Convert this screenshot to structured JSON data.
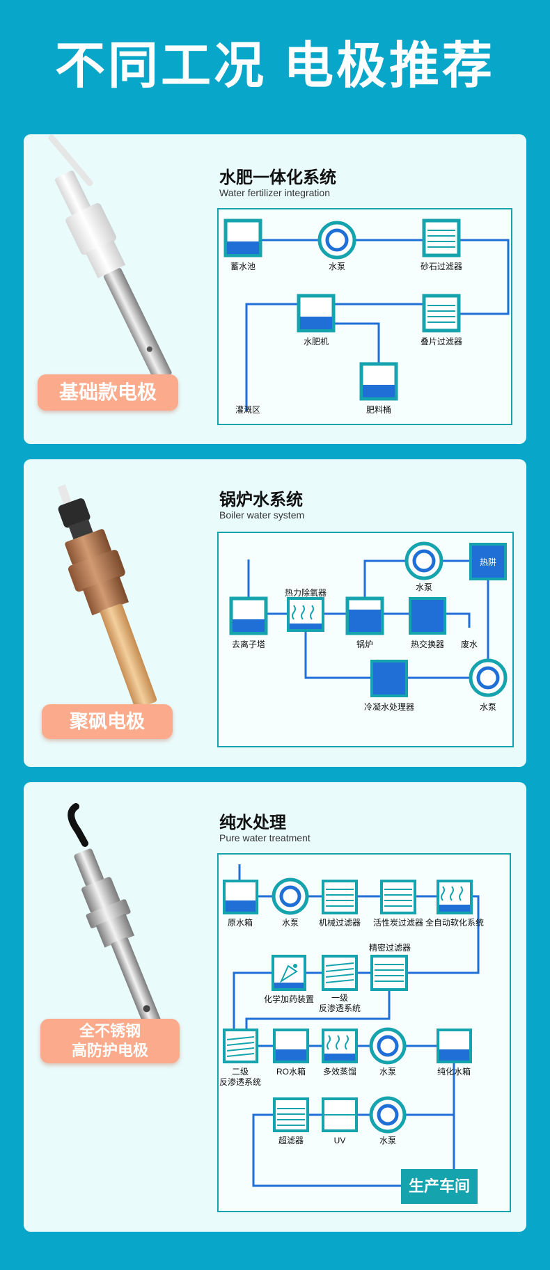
{
  "page": {
    "title": "不同工况 电极推荐"
  },
  "sections": [
    {
      "title": "水肥一体化系统",
      "subtitle": "Water fertilizer integration",
      "badge": [
        "基础款电极"
      ],
      "nodes": [
        "蓄水池",
        "水泵",
        "砂石过滤器",
        "水肥机",
        "叠片过滤器",
        "灌溉区",
        "肥料桶"
      ]
    },
    {
      "title": "锅炉水系统",
      "subtitle": "Boiler water system",
      "badge": [
        "聚砜电极"
      ],
      "nodes": [
        "水泵",
        "热阱",
        "热力除氧器",
        "去离子塔",
        "锅炉",
        "热交换器",
        "废水",
        "冷凝水处理器",
        "水泵"
      ]
    },
    {
      "title": "纯水处理",
      "subtitle": "Pure water treatment",
      "badge": [
        "全不锈钢",
        "高防护电极"
      ],
      "nodes": [
        "原水箱",
        "水泵",
        "机械过滤器",
        "活性炭过滤器",
        "全自动软化系统",
        "精密过滤器",
        "化学加药装置",
        "一级",
        "反渗透系统",
        "二级",
        "反渗透系统",
        "RO水箱",
        "多效蒸馏",
        "水泵",
        "纯化水箱",
        "超滤器",
        "UV",
        "水泵",
        "生产车间"
      ]
    }
  ],
  "colors": {
    "background": "#08a6c8",
    "teal": "#15a3ae",
    "blue": "#1f6fd6",
    "badge": "#fbab8b"
  }
}
